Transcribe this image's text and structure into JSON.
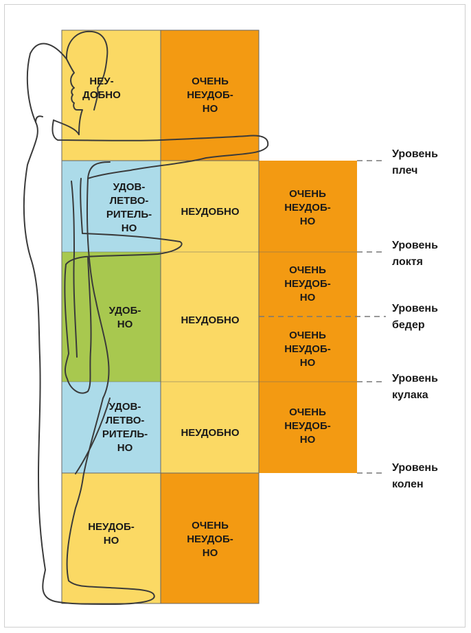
{
  "colors": {
    "uncomfortable": "#fbd964",
    "very_uncomfortable": "#f39a12",
    "satisfactory": "#acdbe9",
    "comfortable": "#a8c84f",
    "border": "#666666",
    "text": "#1a1a1a"
  },
  "cells": {
    "head_col1": "НЕУ-\nДОБНО",
    "head_col2": "ОЧЕНЬ\nНЕУДОБ-\nНО",
    "shoulder_col1": "УДОВ-\nЛЕТВО-\nРИТЕЛЬ-\nНО",
    "shoulder_col2": "НЕУДОБНО",
    "shoulder_col3": "ОЧЕНЬ\nНЕУДОБ-\nНО",
    "elbow_col1": "УДОБ-\nНО",
    "elbow_col2": "НЕУДОБНО",
    "elbow_col3": "ОЧЕНЬ\nНЕУДОБ-\nНО",
    "hip_col3": "ОЧЕНЬ\nНЕУДОБ-\nНО",
    "fist_col1": "УДОВ-\nЛЕТВО-\nРИТЕЛЬ-\nНО",
    "fist_col2": "НЕУДОБНО",
    "fist_col3": "ОЧЕНЬ\nНЕУДОБ-\nНО",
    "knee_col1": "НЕУДОБ-\nНО",
    "knee_col2": "ОЧЕНЬ\nНЕУДОБ-\nНО"
  },
  "levels": {
    "shoulders": "Уровень\nплеч",
    "elbow": "Уровень\nлоктя",
    "hips": "Уровень\nбедер",
    "fist": "Уровень\nкулака",
    "knees": "Уровень\nколен"
  }
}
